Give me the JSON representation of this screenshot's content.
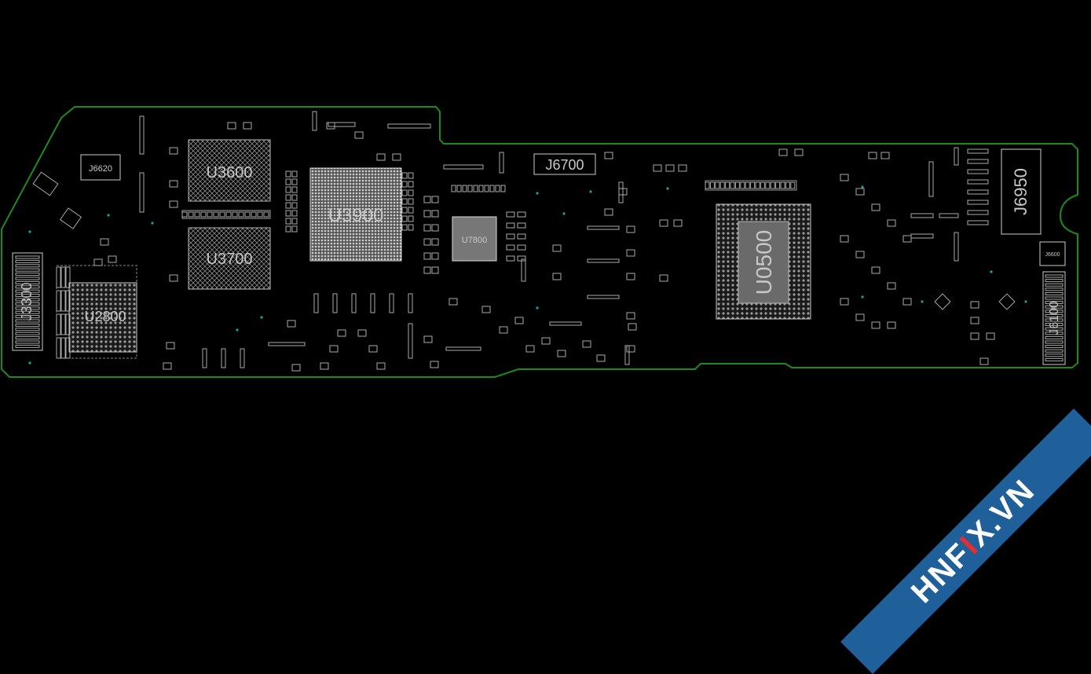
{
  "board": {
    "components": {
      "u3900": "U3900",
      "u3600": "U3600",
      "u3700": "U3700",
      "u2800": "U2800",
      "u7800": "U7800",
      "u0500": "U0500",
      "j6620": "J6620",
      "j6700": "J6700",
      "j6950": "J6950",
      "j3300": "J3300",
      "j6100": "J6100",
      "j6600": "J6600"
    }
  },
  "watermark": {
    "prefix": "HNF",
    "highlight": "I",
    "suffix": "X.VN"
  },
  "colors": {
    "background": "#000000",
    "outline": "#1e8a1e",
    "silkscreen": "#c8c8c8",
    "ribbon": "#1f5f9a"
  }
}
